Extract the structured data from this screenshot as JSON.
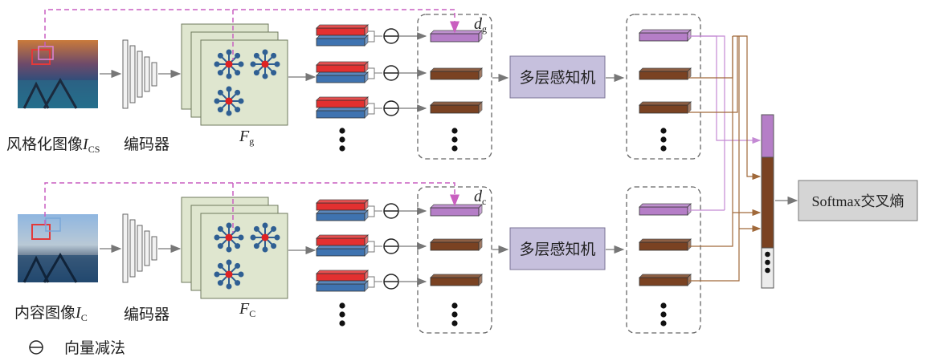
{
  "branches": {
    "style": {
      "image_label": "风格化图像",
      "image_var": "I",
      "image_var_sub": "CS",
      "encoder_label": "编码器",
      "feature_var": "F",
      "feature_sub": "g",
      "desc_var": "d",
      "desc_sub": "g",
      "mlp_label": "多层感知机"
    },
    "content": {
      "image_label": "内容图像",
      "image_var": "I",
      "image_var_sub": "C",
      "encoder_label": "编码器",
      "feature_var": "F",
      "feature_sub": "C",
      "desc_var": "d",
      "desc_sub": "c",
      "mlp_label": "多层感知机"
    }
  },
  "output_label": "Softmax交叉熵",
  "legend": {
    "symbol": "⊖",
    "label": "向量减法"
  },
  "colors": {
    "feature_map": "#dfe6cf",
    "feature_border": "#6f7a5c",
    "node_blue": "#2f5f93",
    "node_red": "#e02222",
    "bar_red": "#e33030",
    "bar_blue": "#3f73b0",
    "bar_purple": "#b57ec7",
    "bar_brown": "#7a4222",
    "mlp_fill": "#c6c0dd",
    "mlp_border": "#7b7396",
    "softmax_fill": "#d5d5d5",
    "dashed_pink": "#c95fc0",
    "arrow_gray": "#777777",
    "line_purple": "#c48ad4",
    "line_brown": "#a0693a"
  }
}
